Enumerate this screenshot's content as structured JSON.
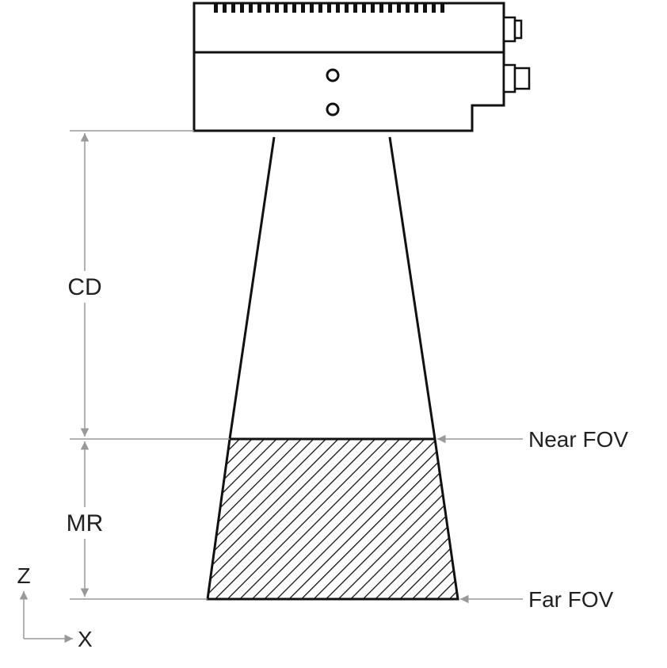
{
  "labels": {
    "cd": "CD",
    "mr": "MR",
    "near_fov": "Near FOV",
    "far_fov": "Far FOV",
    "axis_z": "Z",
    "axis_x": "X"
  },
  "colors": {
    "outline": "#111111",
    "dimension": "#999999",
    "text": "#222222",
    "background": "#ffffff"
  },
  "icons": {
    "camera": "camera-body-icon",
    "connectors": "connector-icon"
  }
}
